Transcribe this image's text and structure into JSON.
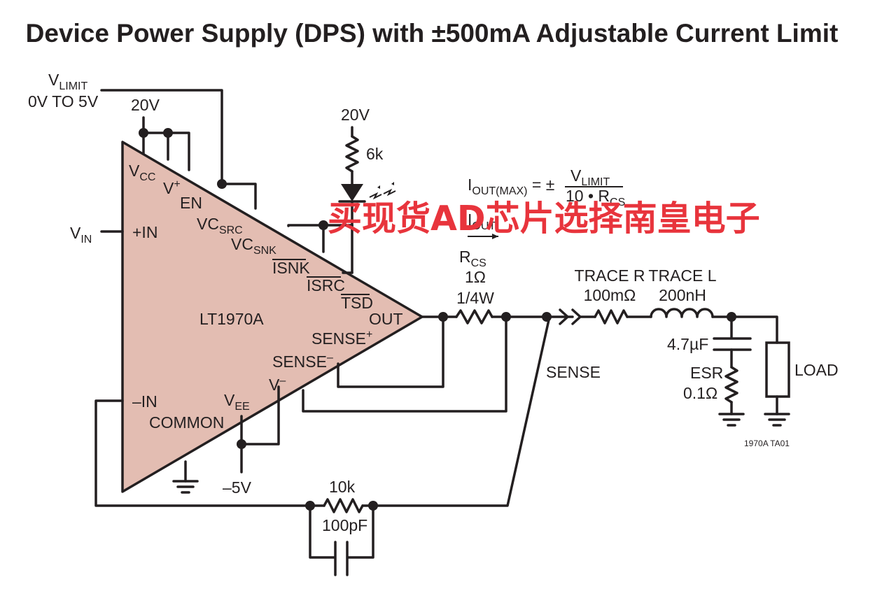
{
  "title": "Device Power Supply (DPS) with ±500mA Adjustable Current Limit",
  "watermark": "买现货AD芯片选择南皇电子",
  "figure_id": "1970A TA01",
  "chip": {
    "name": "LT1970A",
    "fill_color": "#e3bdb2",
    "pins": {
      "vcc": {
        "main": "V",
        "sub": "CC"
      },
      "vplus": {
        "main": "V",
        "sup": "+"
      },
      "en": "EN",
      "vcsrc": {
        "main": "VC",
        "sub": "SRC"
      },
      "vcsnk": {
        "main": "VC",
        "sub": "SNK"
      },
      "isnk": "ISNK",
      "isrc": "ISRC",
      "tsd": "TSD",
      "out": "OUT",
      "sense_plus": {
        "main": "SENSE",
        "sup": "+"
      },
      "sense_minus": {
        "main": "SENSE",
        "sup": "–"
      },
      "vminus": {
        "main": "V",
        "sup": "–"
      },
      "vee": {
        "main": "V",
        "sub": "EE"
      },
      "plus_in": "+IN",
      "minus_in": "–IN",
      "common": "COMMON"
    }
  },
  "labels": {
    "vlimit": {
      "main": "V",
      "sub": "LIMIT"
    },
    "vlimit_range": "0V TO 5V",
    "supply_pos_left": "20V",
    "supply_pos_right": "20V",
    "supply_neg": "–5V",
    "r_pullup": "6k",
    "vin": {
      "main": "V",
      "sub": "IN"
    },
    "formula_lhs": {
      "main": "I",
      "sub": "OUT(MAX)",
      "tail": " = ±"
    },
    "formula_num": {
      "main": "V",
      "sub": "LIMIT"
    },
    "formula_den": {
      "main": "10 • R",
      "sub": "CS"
    },
    "iout": {
      "main": "I",
      "sub": "OUT"
    },
    "rcs": {
      "main": "R",
      "sub": "CS"
    },
    "rcs_value": "1Ω",
    "rcs_power": "1/4W",
    "trace_r": "TRACE R",
    "trace_r_value": "100mΩ",
    "trace_l": "TRACE L",
    "trace_l_value": "200nH",
    "cap_value": "4.7µF",
    "esr": "ESR",
    "esr_value": "0.1Ω",
    "load": "LOAD",
    "sense": "SENSE",
    "r_feedback": "10k",
    "c_feedback": "100pF"
  }
}
